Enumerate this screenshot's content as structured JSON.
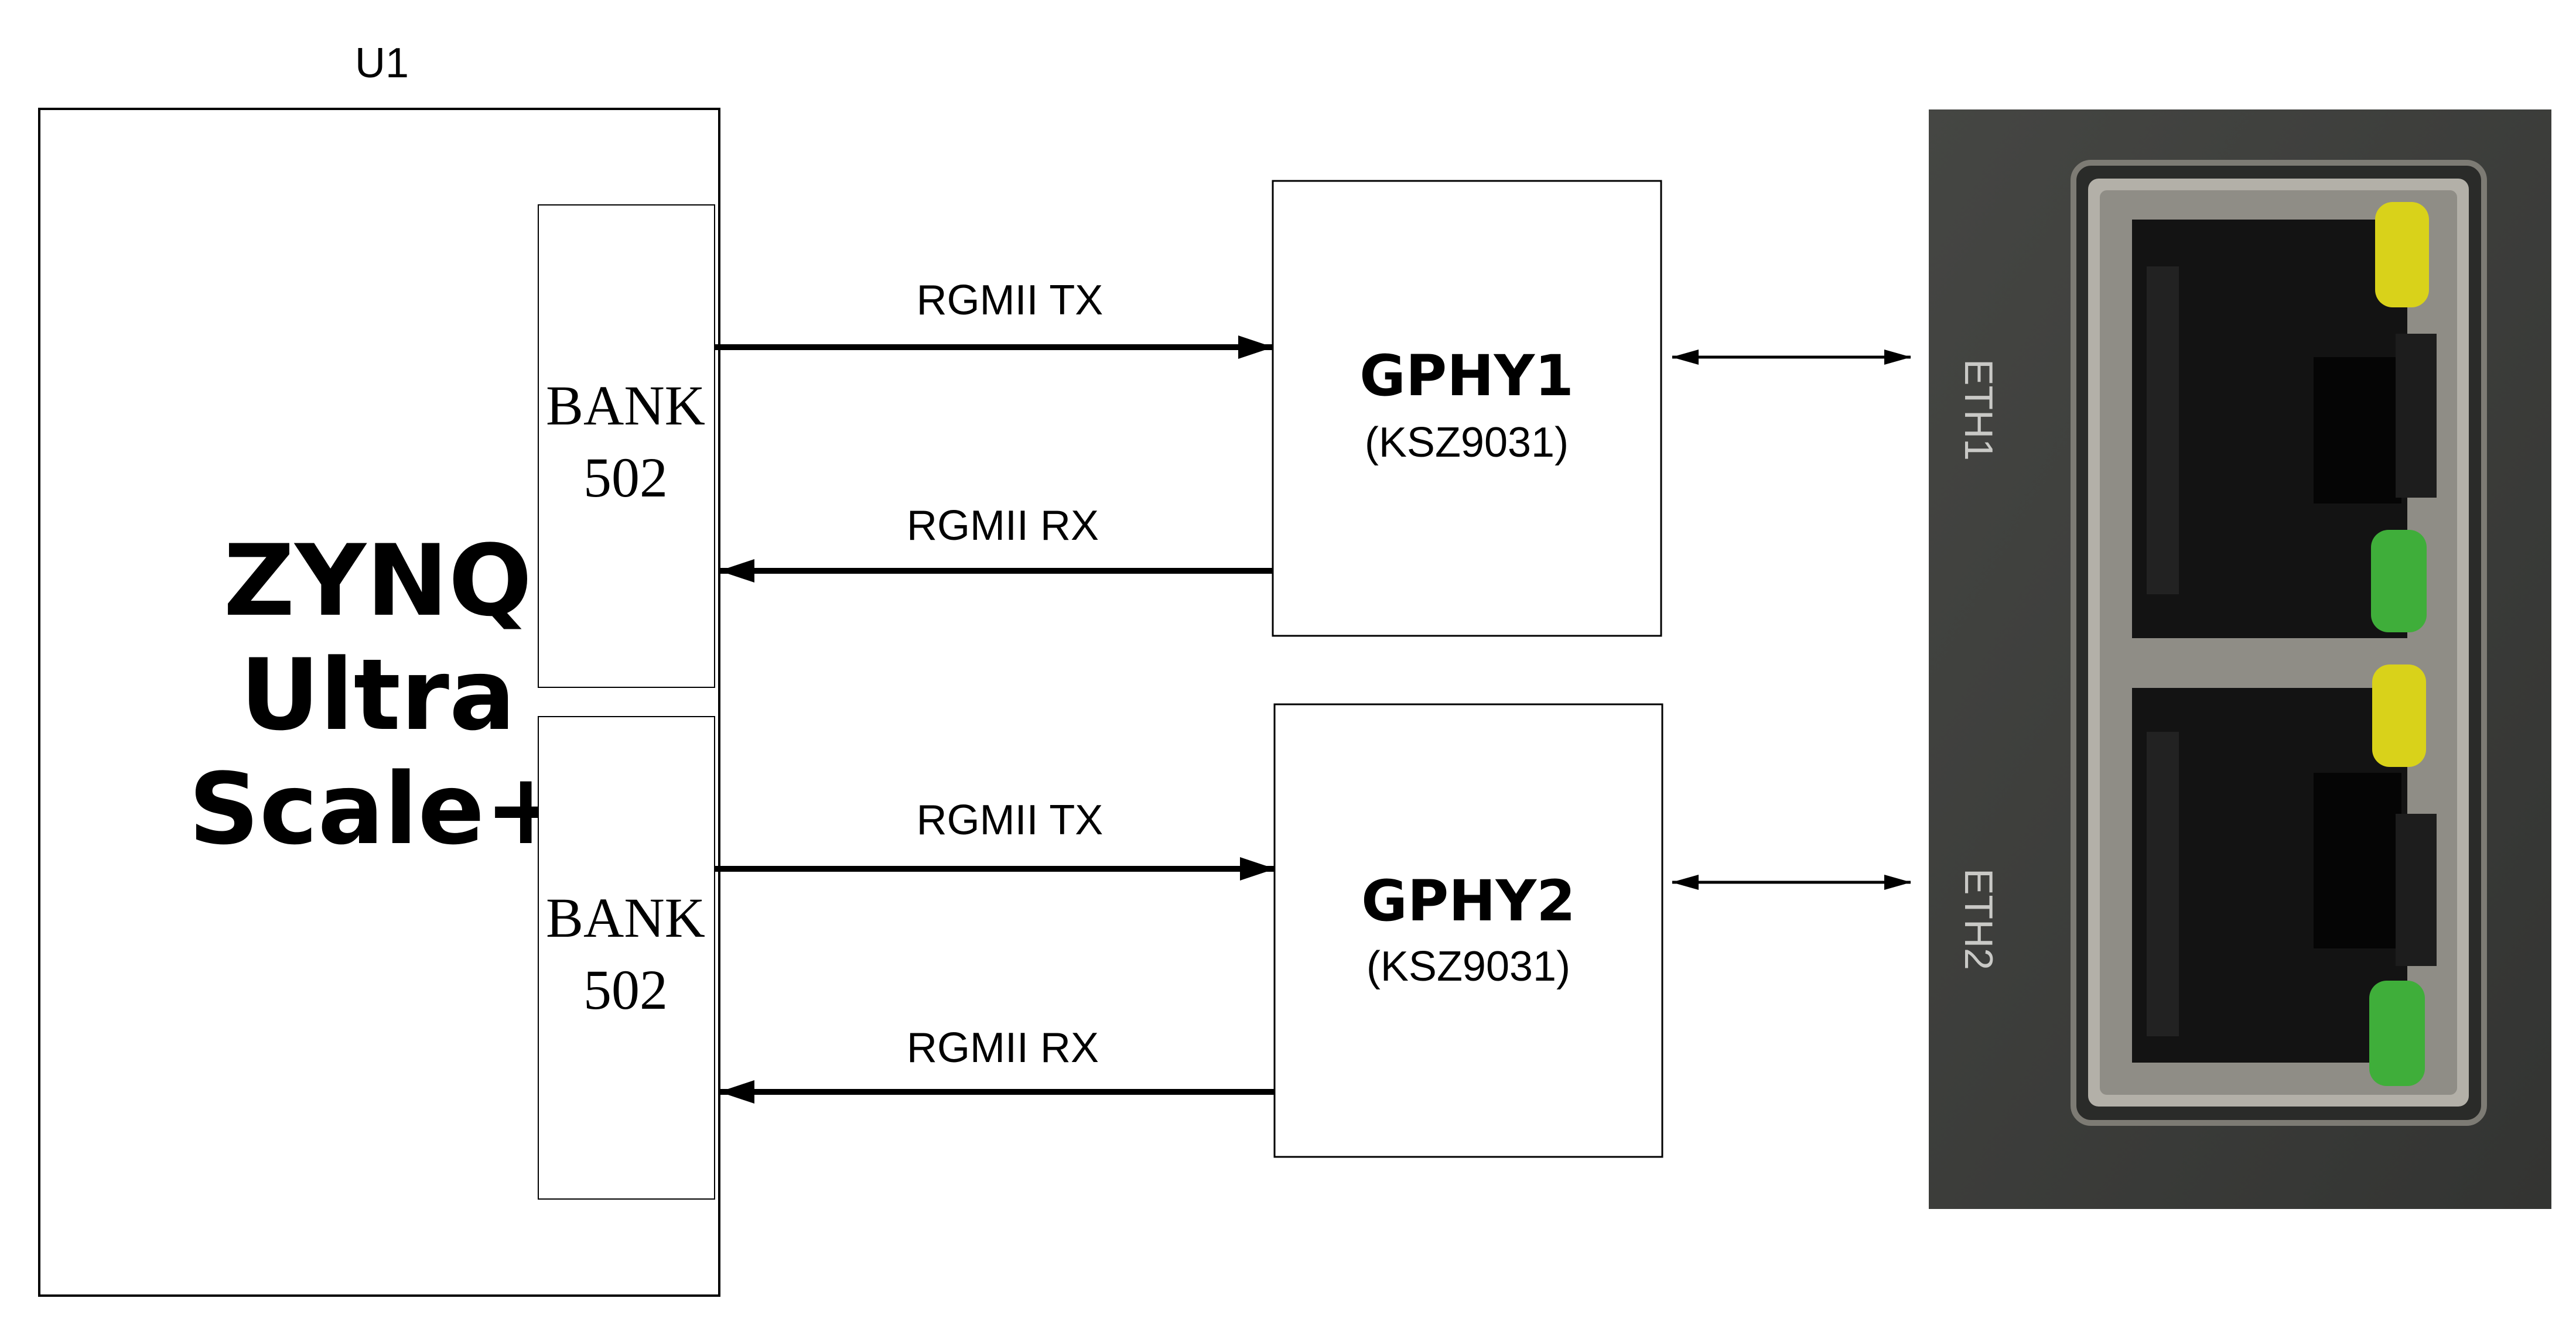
{
  "u1": {
    "label": "U1",
    "chip_lines": [
      "ZYNQ",
      "Ultra",
      "Scale+"
    ],
    "banks": [
      {
        "lines": [
          "BANK",
          "502"
        ]
      },
      {
        "lines": [
          "BANK",
          "502"
        ]
      }
    ]
  },
  "phys": [
    {
      "name": "GPHY1",
      "part": "(KSZ9031)"
    },
    {
      "name": "GPHY2",
      "part": "(KSZ9031)"
    }
  ],
  "signals": [
    {
      "label": "RGMII TX",
      "direction": "to-phy"
    },
    {
      "label": "RGMII RX",
      "direction": "to-bank"
    },
    {
      "label": "RGMII TX",
      "direction": "to-phy"
    },
    {
      "label": "RGMII RX",
      "direction": "to-bank"
    }
  ],
  "ports": [
    {
      "label": "ETH1",
      "led_top": "#d9d21a",
      "led_bottom": "#3fae3a"
    },
    {
      "label": "ETH2",
      "led_top": "#d9d21a",
      "led_bottom": "#3fae3a"
    }
  ],
  "colors": {
    "panel": "#3c3d3b",
    "port_frame": "#9c9a92"
  }
}
